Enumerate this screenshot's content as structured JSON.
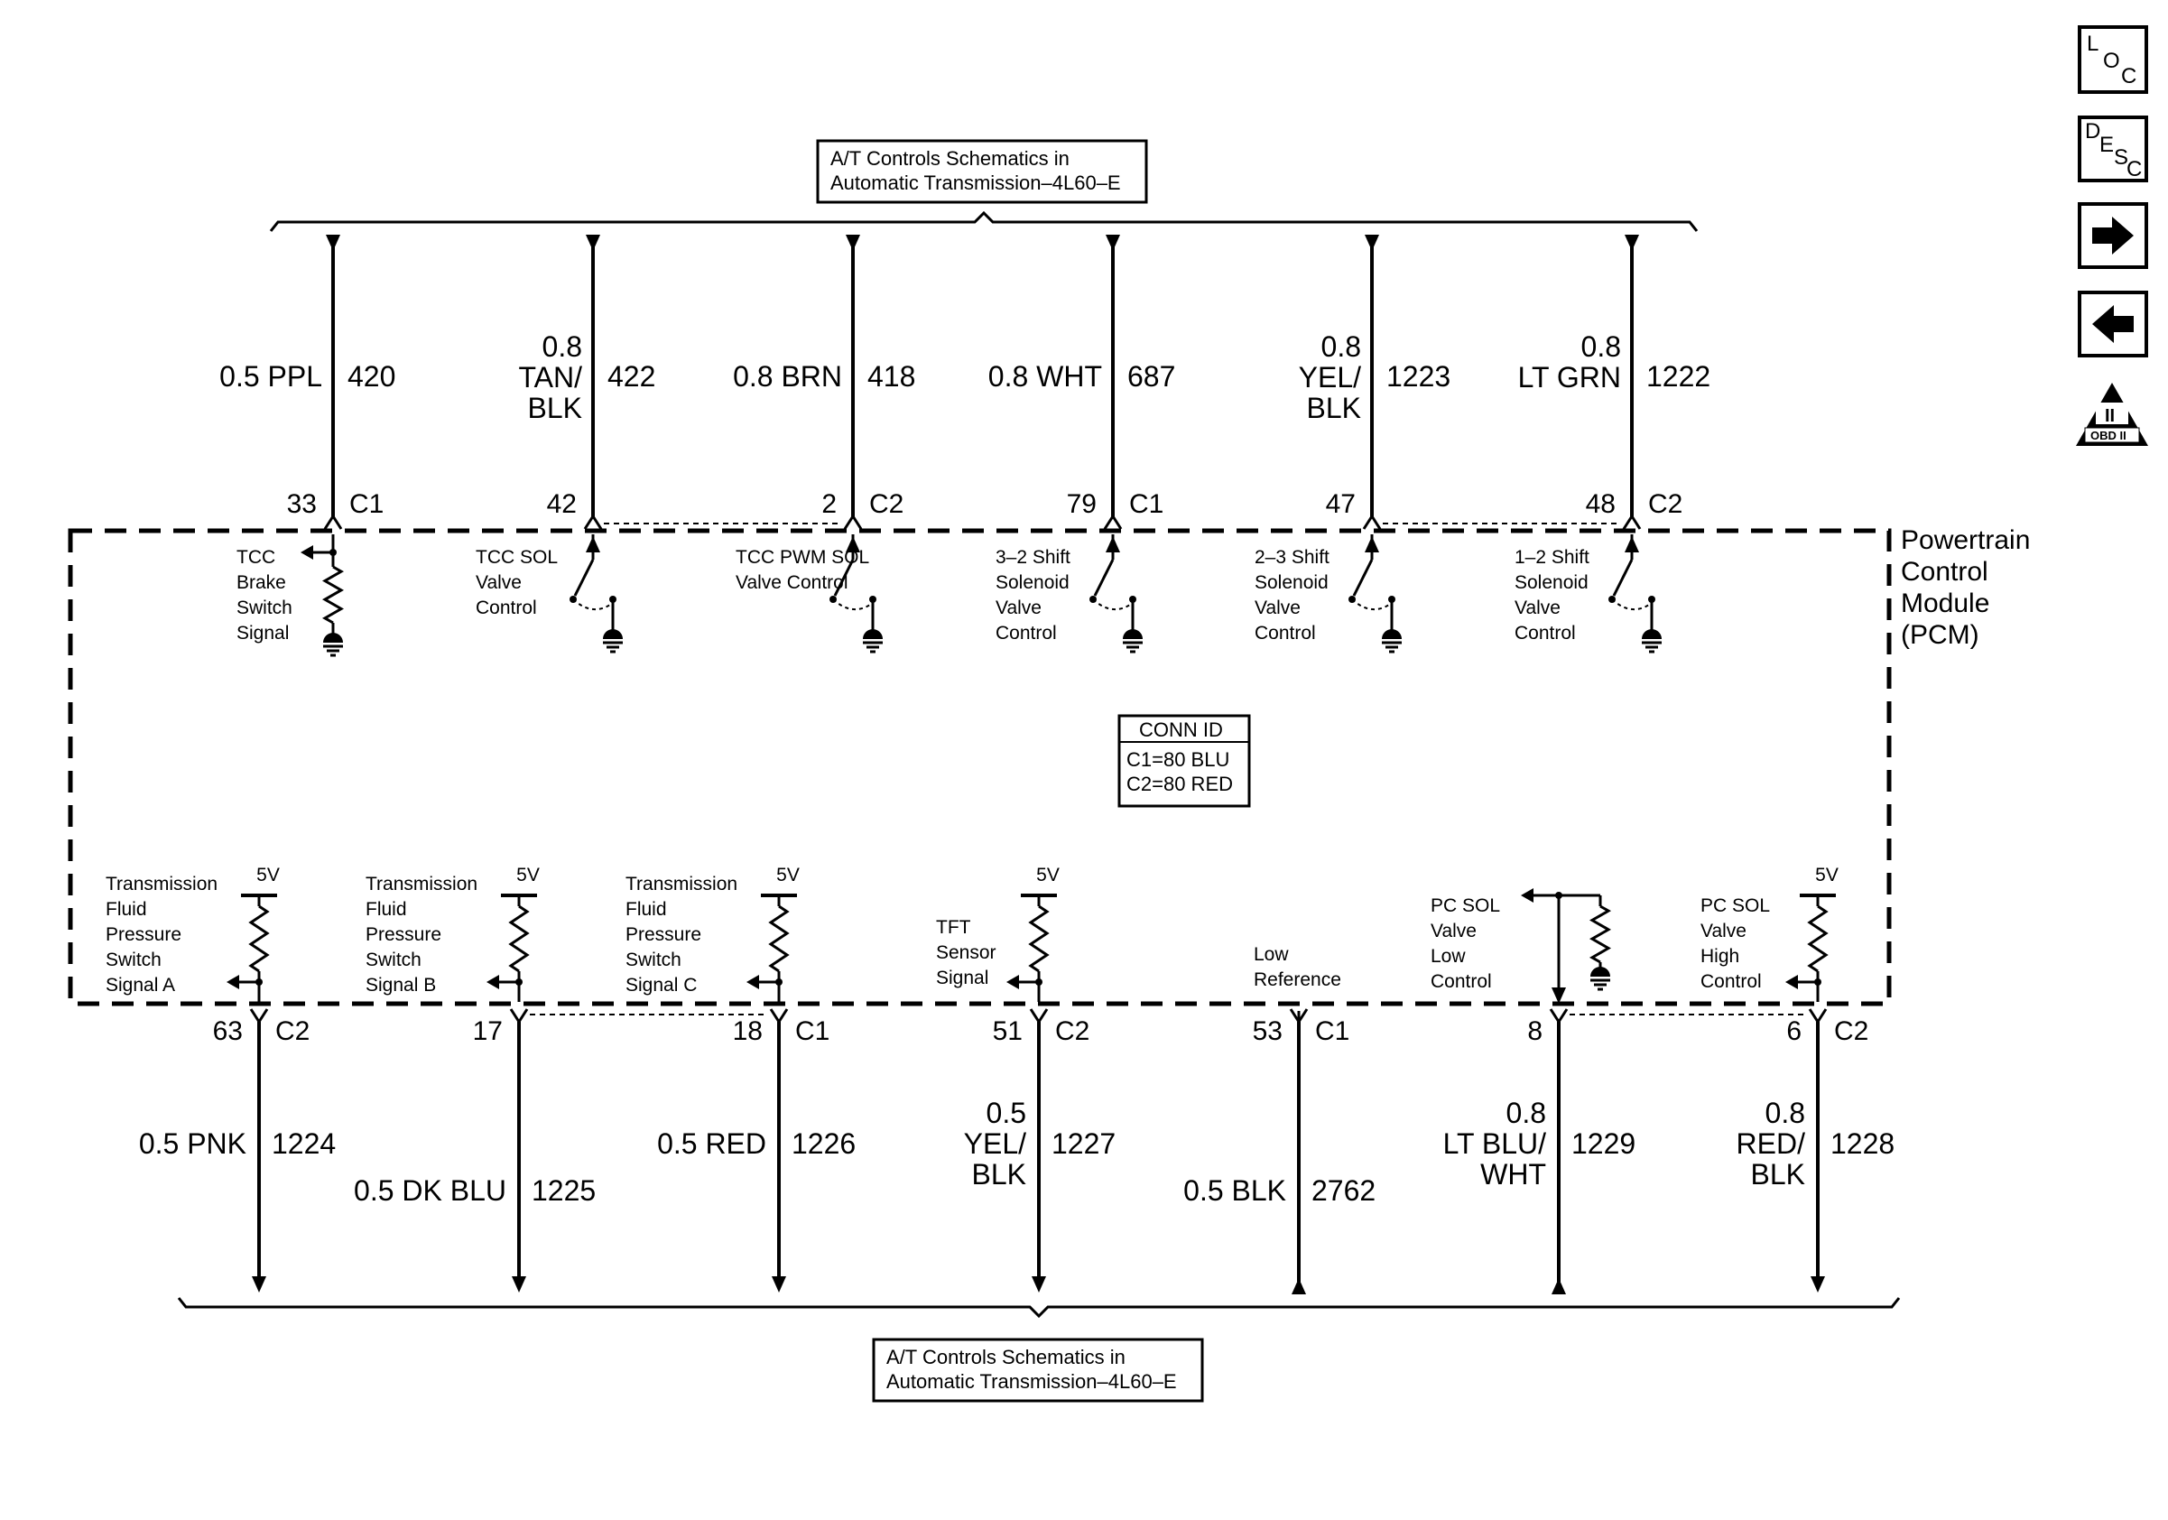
{
  "top_ref": [
    "A/T Controls Schematics in",
    "Automatic Transmission–4L60–E"
  ],
  "bottom_ref": [
    "A/T Controls Schematics in",
    "Automatic Transmission–4L60–E"
  ],
  "module_label": [
    "Powertrain",
    "Control",
    "Module",
    "(PCM)"
  ],
  "conn_id": {
    "title": "CONN ID",
    "lines": [
      "C1=80 BLU",
      "C2=80 RED"
    ]
  },
  "top_circuits": [
    {
      "color": [
        "0.5 PPL"
      ],
      "circuit": "420",
      "pin": "33",
      "connector": "C1",
      "component": [
        "TCC",
        "Brake",
        "Switch",
        "Signal"
      ],
      "type": "switch-signal"
    },
    {
      "color": [
        "0.8",
        "TAN/",
        "BLK"
      ],
      "circuit": "422",
      "pin": "42",
      "connector": "",
      "component": [
        "TCC SOL",
        "Valve",
        "Control"
      ],
      "type": "driver"
    },
    {
      "color": [
        "0.8 BRN"
      ],
      "circuit": "418",
      "pin": "2",
      "connector": "C2",
      "component": [
        "TCC PWM SOL",
        "Valve Control"
      ],
      "type": "driver"
    },
    {
      "color": [
        "0.8 WHT"
      ],
      "circuit": "687",
      "pin": "79",
      "connector": "C1",
      "component": [
        "3–2 Shift",
        "Solenoid",
        "Valve",
        "Control"
      ],
      "type": "driver"
    },
    {
      "color": [
        "0.8",
        "YEL/",
        "BLK"
      ],
      "circuit": "1223",
      "pin": "47",
      "connector": "",
      "component": [
        "2–3 Shift",
        "Solenoid",
        "Valve",
        "Control"
      ],
      "type": "driver"
    },
    {
      "color": [
        "0.8",
        "LT GRN"
      ],
      "circuit": "1222",
      "pin": "48",
      "connector": "C2",
      "component": [
        "1–2 Shift",
        "Solenoid",
        "Valve",
        "Control"
      ],
      "type": "driver"
    }
  ],
  "bottom_circuits": [
    {
      "color": [
        "0.5 PNK"
      ],
      "circuit": "1224",
      "pin": "63",
      "connector": "C2",
      "component": [
        "Transmission",
        "Fluid",
        "Pressure",
        "Switch",
        "Signal A"
      ],
      "supply": "5V",
      "type": "pullup"
    },
    {
      "color": [
        "0.5 DK BLU"
      ],
      "circuit": "1225",
      "pin": "17",
      "connector": "",
      "component": [
        "Transmission",
        "Fluid",
        "Pressure",
        "Switch",
        "Signal B"
      ],
      "supply": "5V",
      "type": "pullup"
    },
    {
      "color": [
        "0.5 RED"
      ],
      "circuit": "1226",
      "pin": "18",
      "connector": "C1",
      "component": [
        "Transmission",
        "Fluid",
        "Pressure",
        "Switch",
        "Signal C"
      ],
      "supply": "5V",
      "type": "pullup"
    },
    {
      "color": [
        "0.5",
        "YEL/",
        "BLK"
      ],
      "circuit": "1227",
      "pin": "51",
      "connector": "C2",
      "component": [
        "TFT",
        "Sensor",
        "Signal"
      ],
      "supply": "5V",
      "type": "pullup"
    },
    {
      "color": [
        "0.5 BLK"
      ],
      "circuit": "2762",
      "pin": "53",
      "connector": "C1",
      "component": [
        "Low",
        "Reference"
      ],
      "supply": "",
      "type": "low-ref"
    },
    {
      "color": [
        "0.8",
        "LT BLU/",
        "WHT"
      ],
      "circuit": "1229",
      "pin": "8",
      "connector": "",
      "component": [
        "PC SOL",
        "Valve",
        "Low",
        "Control"
      ],
      "supply": "",
      "type": "pc-low"
    },
    {
      "color": [
        "0.8",
        "RED/",
        "BLK"
      ],
      "circuit": "1228",
      "pin": "6",
      "connector": "C2",
      "component": [
        "PC SOL",
        "Valve",
        "High",
        "Control"
      ],
      "supply": "5V",
      "type": "pullup"
    }
  ],
  "nav": {
    "loc": [
      "L",
      "O",
      "C"
    ],
    "desc": [
      "D",
      "E",
      "S",
      "C"
    ],
    "next_icon": "arrow-right-icon",
    "prev_icon": "arrow-left-icon",
    "obd_label": "OBD II",
    "obd_numeral": "II"
  }
}
